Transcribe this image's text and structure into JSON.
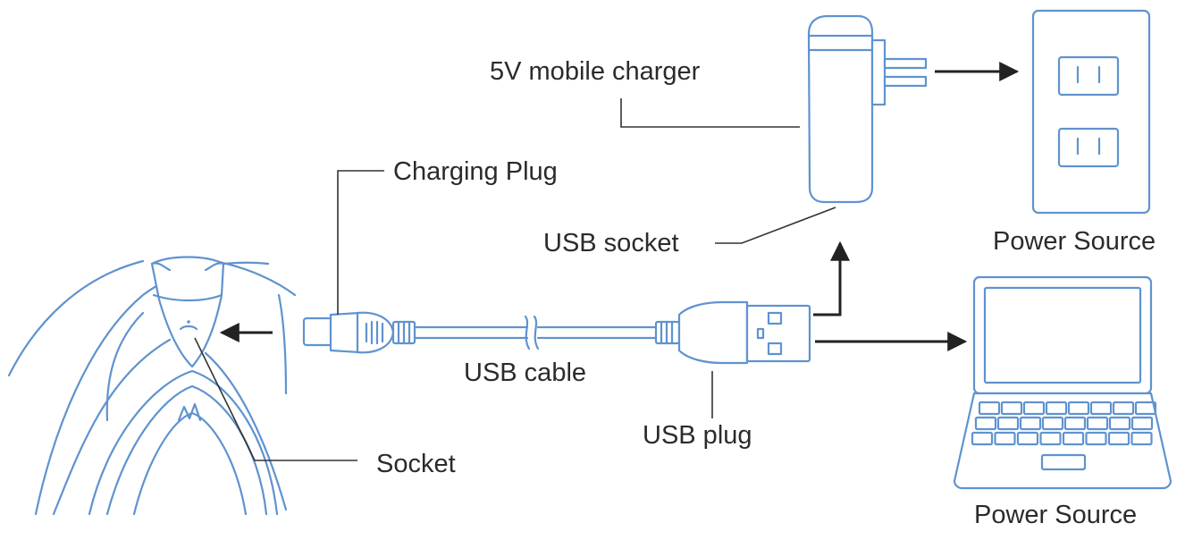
{
  "labels": {
    "mobile_charger": "5V mobile charger",
    "charging_plug": "Charging Plug",
    "usb_socket": "USB socket",
    "usb_cable": "USB cable",
    "usb_plug": "USB plug",
    "socket": "Socket",
    "power_source_wall": "Power Source",
    "power_source_laptop": "Power Source"
  },
  "colors": {
    "device_outline": "#5f93cf",
    "leader_line": "#333333",
    "arrow": "#222222",
    "text": "#2b2b2b"
  }
}
